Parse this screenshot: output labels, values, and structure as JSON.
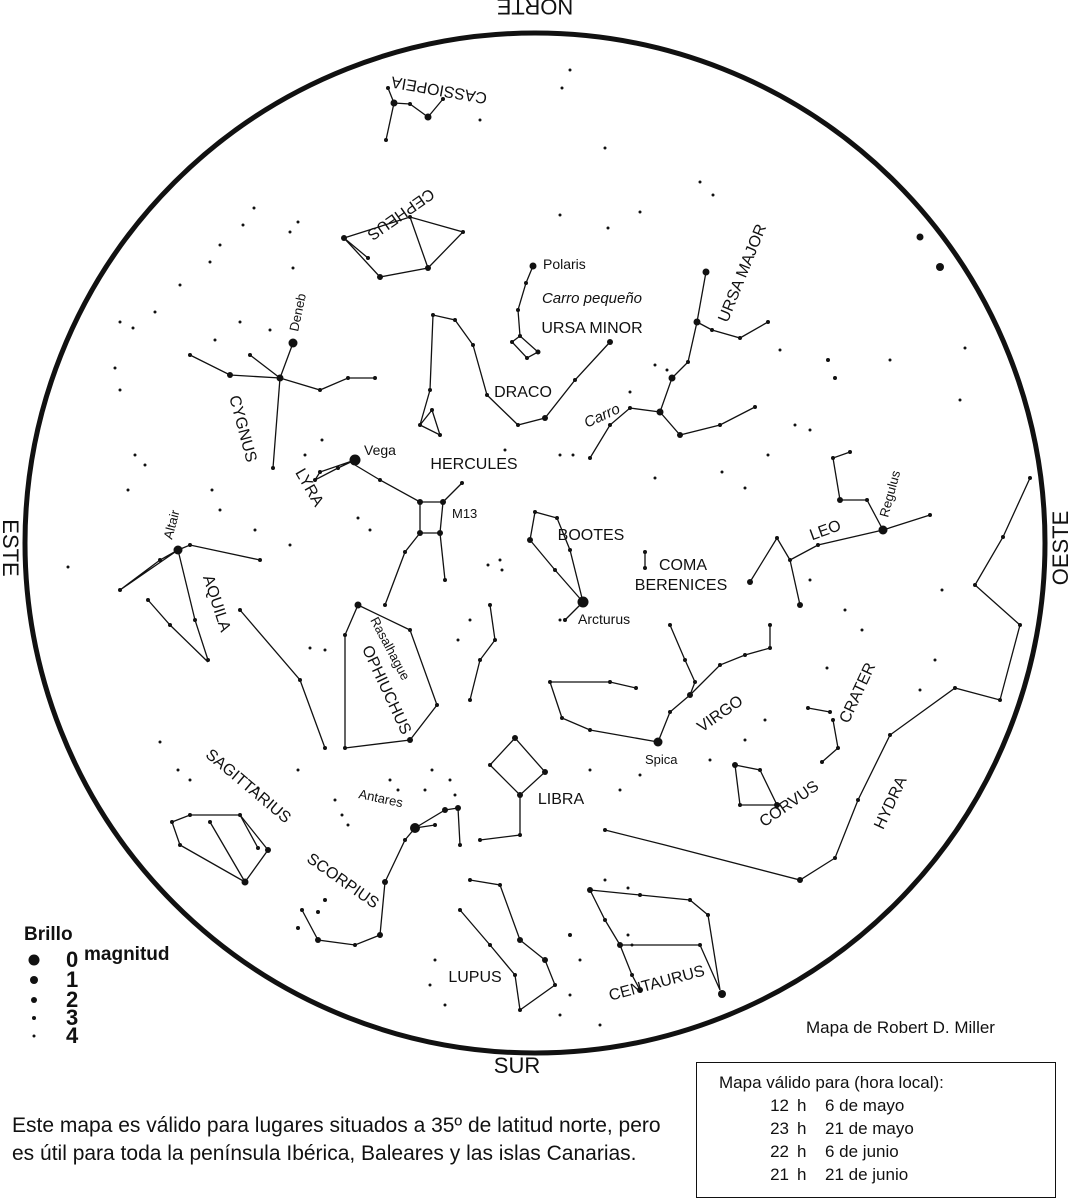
{
  "directions": {
    "north": "NORTE",
    "south": "SUR",
    "east": "ESTE",
    "west": "OESTE"
  },
  "constellations": [
    {
      "id": "cassiopeia",
      "label": "CASSIOPEIA"
    },
    {
      "id": "cepheus",
      "label": "CEPHEUS"
    },
    {
      "id": "ursa-major",
      "label": "URSA MAJOR"
    },
    {
      "id": "ursa-minor",
      "label": "URSA MINOR"
    },
    {
      "id": "carro-pequeno",
      "label": "Carro pequeño"
    },
    {
      "id": "draco",
      "label": "DRACO"
    },
    {
      "id": "carro",
      "label": "Carro"
    },
    {
      "id": "cygnus",
      "label": "CYGNUS"
    },
    {
      "id": "lyra",
      "label": "LYRA"
    },
    {
      "id": "hercules",
      "label": "HERCULES"
    },
    {
      "id": "bootes",
      "label": "BOOTES"
    },
    {
      "id": "coma-berenices-1",
      "label": "COMA"
    },
    {
      "id": "coma-berenices-2",
      "label": "BERENICES"
    },
    {
      "id": "leo",
      "label": "LEO"
    },
    {
      "id": "aquila",
      "label": "AQUILA"
    },
    {
      "id": "ophiuchus",
      "label": "OPHIUCHUS"
    },
    {
      "id": "virgo",
      "label": "VIRGO"
    },
    {
      "id": "crater",
      "label": "CRATER"
    },
    {
      "id": "sagittarius",
      "label": "SAGITTARIUS"
    },
    {
      "id": "libra",
      "label": "LIBRA"
    },
    {
      "id": "corvus",
      "label": "CORVUS"
    },
    {
      "id": "hydra",
      "label": "HYDRA"
    },
    {
      "id": "scorpius",
      "label": "SCORPIUS"
    },
    {
      "id": "lupus",
      "label": "LUPUS"
    },
    {
      "id": "centaurus",
      "label": "CENTAURUS"
    }
  ],
  "stars": [
    {
      "id": "polaris",
      "label": "Polaris"
    },
    {
      "id": "deneb",
      "label": "Deneb"
    },
    {
      "id": "vega",
      "label": "Vega"
    },
    {
      "id": "m13",
      "label": "M13"
    },
    {
      "id": "altair",
      "label": "Altair"
    },
    {
      "id": "arcturus",
      "label": "Arcturus"
    },
    {
      "id": "regulus",
      "label": "Regulus"
    },
    {
      "id": "rasalhague",
      "label": "Rasalhague"
    },
    {
      "id": "spica",
      "label": "Spica"
    },
    {
      "id": "antares",
      "label": "Antares"
    }
  ],
  "legend": {
    "title": "Brillo",
    "unit": "magnitud",
    "levels": [
      "0",
      "1",
      "2",
      "3",
      "4"
    ]
  },
  "credit": "Mapa de Robert D. Miller",
  "validity": {
    "heading": "Mapa válido para (hora local):",
    "rows": [
      {
        "hour": "12",
        "unit": "h",
        "date": "6 de mayo"
      },
      {
        "hour": "23",
        "unit": "h",
        "date": "21 de mayo"
      },
      {
        "hour": "22",
        "unit": "h",
        "date": "6 de junio"
      },
      {
        "hour": "21",
        "unit": "h",
        "date": "21 de junio"
      }
    ]
  },
  "caption": "Este mapa es válido para lugares situados a 35º de latitud norte, pero es útil para toda la península Ibérica, Baleares y las islas Canarias."
}
